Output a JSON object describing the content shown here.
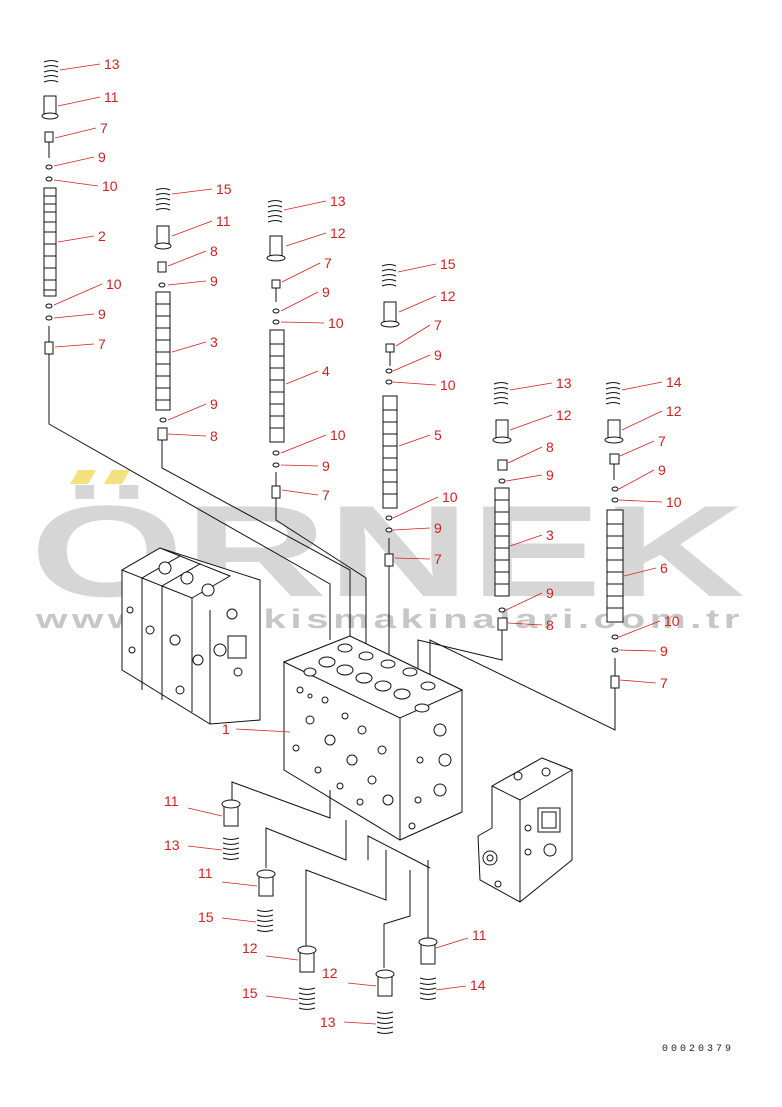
{
  "watermark": {
    "brand": "ÖRNEK",
    "url": "www.ornekismakinalari.com.tr"
  },
  "drawing_number": "00020379",
  "callouts": {
    "c1": "1",
    "c2": "2",
    "c3a": "3",
    "c3b": "3",
    "c4": "4",
    "c5": "5",
    "c6": "6",
    "colA": [
      "13",
      "11",
      "7",
      "9",
      "10",
      "10",
      "9",
      "7"
    ],
    "colB": [
      "15",
      "11",
      "8",
      "9",
      "9",
      "8"
    ],
    "colC": [
      "13",
      "12",
      "7",
      "9",
      "10",
      "10",
      "9",
      "7"
    ],
    "colD": [
      "15",
      "12",
      "7",
      "9",
      "10",
      "10",
      "9",
      "7"
    ],
    "colE": [
      "13",
      "12",
      "8",
      "9",
      "9",
      "8"
    ],
    "colF": [
      "14",
      "12",
      "7",
      "9",
      "10",
      "10",
      "9",
      "7"
    ],
    "bottom": [
      "11",
      "13",
      "11",
      "15",
      "12",
      "12",
      "15",
      "13",
      "11",
      "14"
    ]
  }
}
